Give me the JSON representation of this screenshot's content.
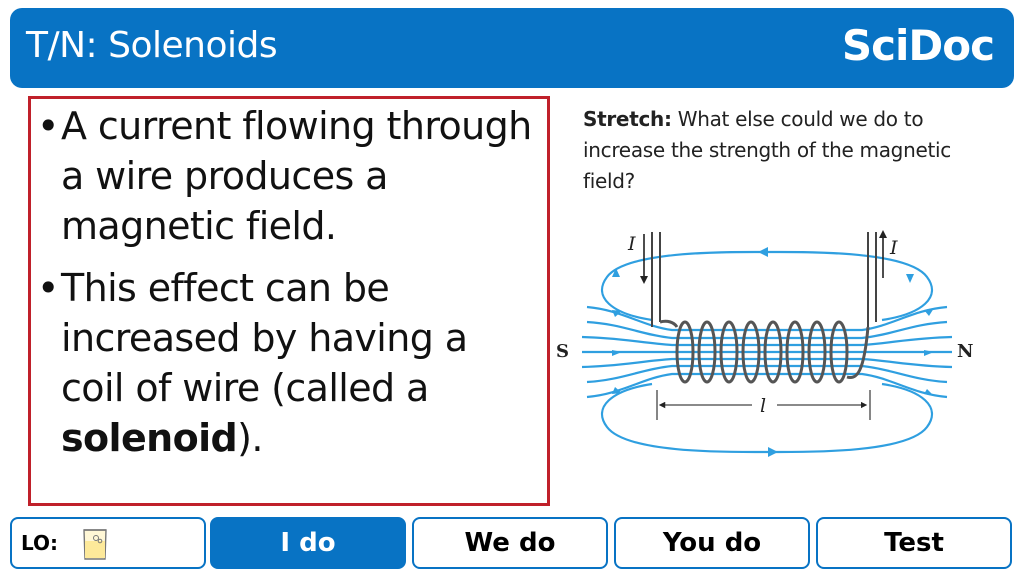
{
  "header": {
    "title": "T/N: Solenoids",
    "logo": "SciDoc",
    "color": "#0873c4"
  },
  "content": {
    "bullets": [
      {
        "text": "A current flowing through a wire produces a magnetic field."
      },
      {
        "text_before": "This effect can be increased by having a coil of wire (called a ",
        "bold": "solenoid",
        "text_after": ")."
      }
    ],
    "border_color": "#c0202a"
  },
  "stretch": {
    "label": "Stretch:",
    "text": " What else could we do to increase the strength of the magnetic field?"
  },
  "diagram": {
    "label_current_in": "I",
    "label_current_out": "I",
    "label_south": "S",
    "label_north": "N",
    "label_length": "l",
    "field_color": "#2f9fe0"
  },
  "nav": {
    "lo_label": "LO:",
    "lo_icon": "beaker-icon",
    "buttons": [
      {
        "label": "I do",
        "active": true
      },
      {
        "label": "We do",
        "active": false
      },
      {
        "label": "You do",
        "active": false
      },
      {
        "label": "Test",
        "active": false
      }
    ]
  }
}
